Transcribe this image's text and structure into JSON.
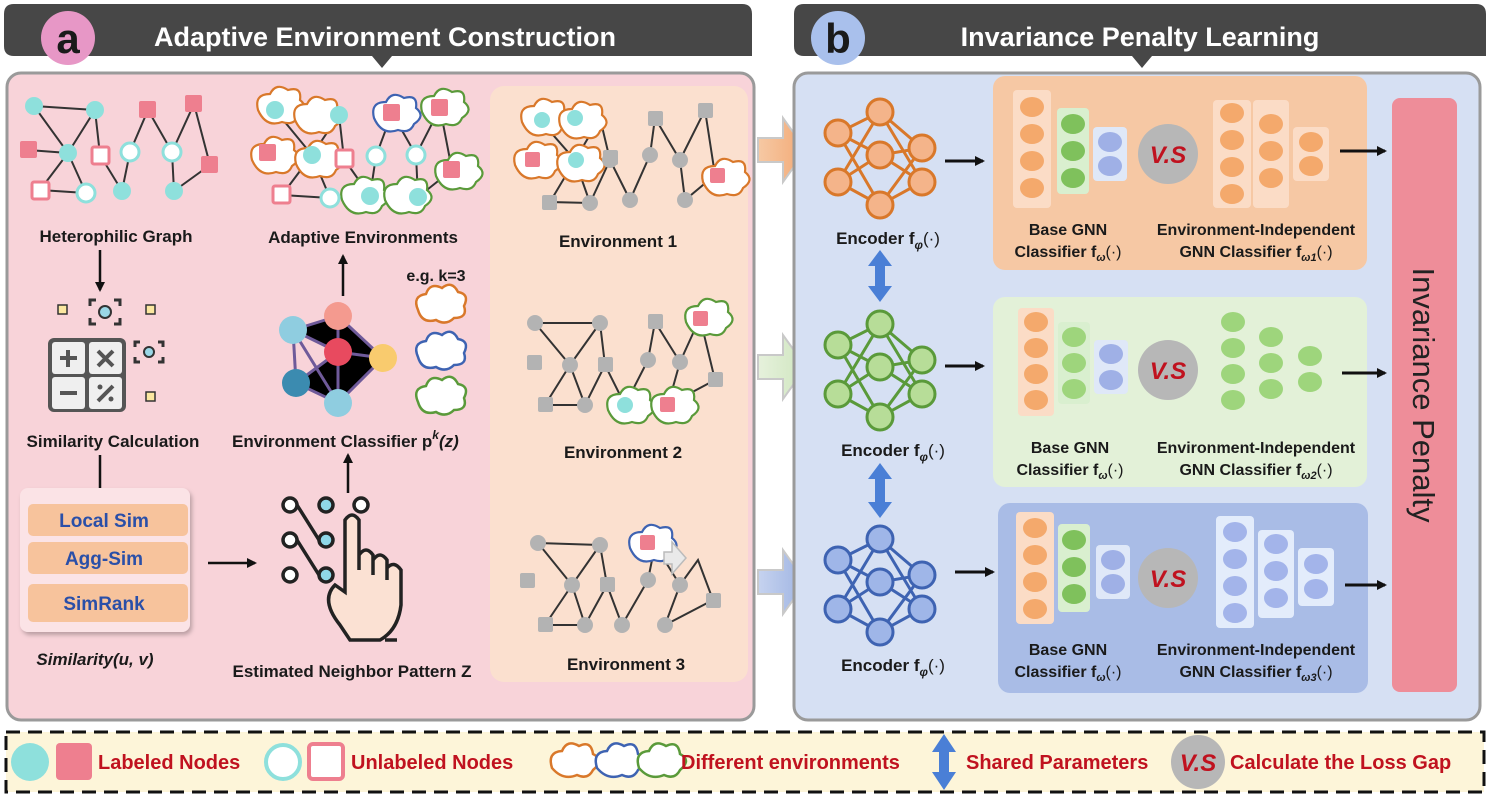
{
  "panel_a": {
    "badge": "a",
    "title": "Adaptive Environment Construction",
    "heterophilic_graph": "Heterophilic Graph",
    "similarity_calculation": "Similarity Calculation",
    "sim_methods": [
      "Local Sim",
      "Agg-Sim",
      "SimRank"
    ],
    "similarity_fn": "Similarity(u, v)",
    "adaptive_environments": "Adaptive Environments",
    "k_example": "e.g. k=3",
    "environment_classifier": "Environment Classifier p",
    "classifier_sup": "k",
    "classifier_arg": "(z)",
    "neighbor_pattern": "Estimated Neighbor Pattern Z",
    "environments": [
      "Environment 1",
      "Environment 2",
      "Environment 3"
    ]
  },
  "panel_b": {
    "badge": "b",
    "title": "Invariance Penalty Learning",
    "encoder_label": "Encoder f",
    "encoder_sub": "φ",
    "encoder_arg": "(·)",
    "vs": "V.S",
    "base_classifier": [
      "Base GNN",
      "Classifier f",
      "ω",
      "(·)"
    ],
    "env_classifier": [
      {
        "line1": "Environment-Independent",
        "line2": "GNN Classifier f",
        "sub": "ω1",
        "arg": "(·)"
      },
      {
        "line1": "Environment-Independent",
        "line2": "GNN Classifier f",
        "sub": "ω2",
        "arg": "(·)"
      },
      {
        "line1": "Environment-Independent",
        "line2": "GNN Classifier f",
        "sub": "ω3",
        "arg": "(·)"
      }
    ],
    "penalty": "Invariance Penalty"
  },
  "legend": {
    "labeled": "Labeled Nodes",
    "unlabeled": "Unlabeled Nodes",
    "environments": "Different environments",
    "shared": "Shared Parameters",
    "vs": "V.S",
    "loss_gap": "Calculate the Loss Gap"
  },
  "colors": {
    "panel_a_bg": "#f8d3d9",
    "panel_b_bg": "#d6e0f3",
    "header": "#474747",
    "teal": "#8ee0dc",
    "pink": "#ee7f8f",
    "gray_node": "#b3b3b3",
    "orange": "#d9782a",
    "green": "#5a9a3a",
    "blue": "#3e63b2",
    "penalty": "#ee8d99"
  }
}
